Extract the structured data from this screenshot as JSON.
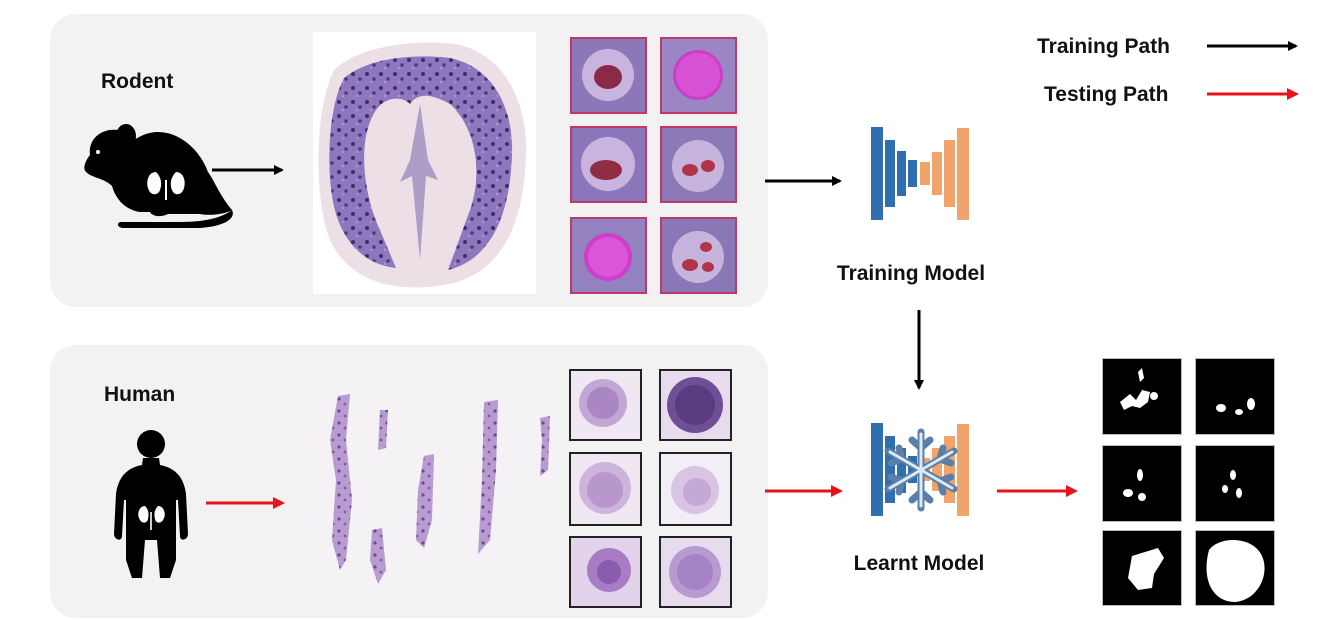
{
  "colors": {
    "training": "#000000",
    "testing": "#e8121a",
    "encoder": "#2f6fb0",
    "decoder": "#f0a36a",
    "panel": "#f2f2f2",
    "rodent_tissue": "#8a6fb8",
    "human_tissue": "#9a76b4",
    "rodent_tile_border": "#c0386a",
    "human_tile_border": "#222222"
  },
  "legend": {
    "training_label": "Training Path",
    "testing_label": "Testing Path"
  },
  "rodent": {
    "label": "Rodent",
    "icon": "mouse-kidney-icon"
  },
  "human": {
    "label": "Human",
    "icon": "human-kidney-icon"
  },
  "models": {
    "training_label": "Training Model",
    "learnt_label": "Learnt Model",
    "frozen_icon": "snowflake-icon"
  }
}
